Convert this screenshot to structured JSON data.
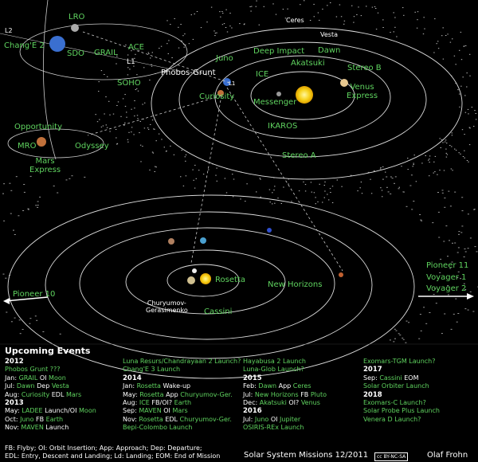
{
  "top_labels": {
    "l2": "L2",
    "chang_e2": "Chang'E 2",
    "lro": "LRO",
    "sdo": "SDO",
    "grail": "GRAIL",
    "ace": "ACE",
    "l1": "L1",
    "soho": "SOHO",
    "ceres": "Ceres",
    "vesta": "Vesta",
    "dawn": "Dawn",
    "juno": "Juno",
    "deep_impact": "Deep Impact",
    "akatsuki": "Akatsuki",
    "stereo_b": "Stereo B",
    "phobos_grunt": "Phobos-Grunt",
    "l1b": "L1",
    "ice": "ICE",
    "venus_express": "Venus\nExpress",
    "curiosity": "Curiosity",
    "messenger": "Messenger",
    "ikaros": "IKAROS",
    "stereo_a": "Stereo A",
    "opportunity": "Opportunity",
    "mro": "MRO",
    "odyssey": "Odyssey",
    "mars_express": "Mars\nExpress"
  },
  "outer_labels": {
    "rosetta": "Rosetta",
    "new_horizons": "New Horizons",
    "churyumov": "Churyumov-\nGerasimenko",
    "cassini": "Cassini",
    "pioneer10": "Pioneer 10",
    "pioneer11": "Pioneer 11",
    "voyager1": "Voyager 1",
    "voyager2": "Voyager 2"
  },
  "events": {
    "header": "Upcoming Events",
    "col1": [
      {
        "t": "2012",
        "k": "y"
      },
      {
        "t": "Phobos Grunt ???",
        "k": "g"
      },
      {
        "parts": [
          [
            "Jan: ",
            "t"
          ],
          [
            "GRAIL ",
            "g"
          ],
          [
            "OI ",
            "t"
          ],
          [
            "Moon",
            "g"
          ]
        ]
      },
      {
        "parts": [
          [
            "Jul: ",
            "t"
          ],
          [
            "Dawn ",
            "g"
          ],
          [
            "Dep ",
            "t"
          ],
          [
            "Vesta",
            "g"
          ]
        ]
      },
      {
        "parts": [
          [
            "Aug: ",
            "t"
          ],
          [
            "Curiosity ",
            "g"
          ],
          [
            "EDL ",
            "t"
          ],
          [
            "Mars",
            "g"
          ]
        ]
      },
      {
        "t": "2013",
        "k": "y"
      },
      {
        "parts": [
          [
            "May: ",
            "t"
          ],
          [
            "LADEE ",
            "g"
          ],
          [
            "Launch/OI ",
            "t"
          ],
          [
            "Moon",
            "g"
          ]
        ]
      },
      {
        "parts": [
          [
            "Oct: ",
            "t"
          ],
          [
            "Juno ",
            "g"
          ],
          [
            "FB ",
            "t"
          ],
          [
            "Earth",
            "g"
          ]
        ]
      },
      {
        "parts": [
          [
            "Nov: ",
            "t"
          ],
          [
            "MAVEN ",
            "g"
          ],
          [
            "Launch",
            "t"
          ]
        ]
      }
    ],
    "col2": [
      {
        "t": "Luna Resurs/Chandrayaan 2 Launch?",
        "k": "g"
      },
      {
        "t": "Chang'E 3 Launch",
        "k": "g"
      },
      {
        "t": "2014",
        "k": "y"
      },
      {
        "parts": [
          [
            "Jan: ",
            "t"
          ],
          [
            "Rosetta ",
            "g"
          ],
          [
            "Wake-up",
            "t"
          ]
        ]
      },
      {
        "parts": [
          [
            "May: ",
            "t"
          ],
          [
            "Rosetta ",
            "g"
          ],
          [
            "App ",
            "t"
          ],
          [
            "Churyumov-Ger.",
            "g"
          ]
        ]
      },
      {
        "parts": [
          [
            "Aug: ",
            "t"
          ],
          [
            "ICE ",
            "g"
          ],
          [
            "FB/OI? ",
            "t"
          ],
          [
            "Earth",
            "g"
          ]
        ]
      },
      {
        "parts": [
          [
            "Sep: ",
            "t"
          ],
          [
            "MAVEN ",
            "g"
          ],
          [
            "OI ",
            "t"
          ],
          [
            "Mars",
            "g"
          ]
        ]
      },
      {
        "parts": [
          [
            "Nov: ",
            "t"
          ],
          [
            "Rosetta ",
            "g"
          ],
          [
            "EDL ",
            "t"
          ],
          [
            "Churyumov-Ger.",
            "g"
          ]
        ]
      },
      {
        "t": "Bepi-Colombo Launch",
        "k": "g"
      }
    ],
    "col3": [
      {
        "t": "Hayabusa 2 Launch",
        "k": "g"
      },
      {
        "t": "Luna-Glob Launch?",
        "k": "g"
      },
      {
        "t": "2015",
        "k": "y"
      },
      {
        "parts": [
          [
            "Feb: ",
            "t"
          ],
          [
            "Dawn ",
            "g"
          ],
          [
            "App ",
            "t"
          ],
          [
            "Ceres",
            "g"
          ]
        ]
      },
      {
        "parts": [
          [
            "Jul: ",
            "t"
          ],
          [
            "New Horizons ",
            "g"
          ],
          [
            "FB ",
            "t"
          ],
          [
            "Pluto",
            "g"
          ]
        ]
      },
      {
        "parts": [
          [
            "Dec: ",
            "t"
          ],
          [
            "Akatsuki ",
            "g"
          ],
          [
            "OI? ",
            "t"
          ],
          [
            "Venus",
            "g"
          ]
        ]
      },
      {
        "t": "2016",
        "k": "y"
      },
      {
        "parts": [
          [
            "Jul: ",
            "t"
          ],
          [
            "Juno ",
            "g"
          ],
          [
            "OI ",
            "t"
          ],
          [
            "Jupiter",
            "g"
          ]
        ]
      },
      {
        "t": "OSIRIS-REx Launch",
        "k": "g"
      }
    ],
    "col4": [
      {
        "t": "Exomars-TGM Launch?",
        "k": "g"
      },
      {
        "t": "2017",
        "k": "y"
      },
      {
        "parts": [
          [
            "Sep: ",
            "t"
          ],
          [
            "Cassini ",
            "g"
          ],
          [
            "EOM",
            "t"
          ]
        ]
      },
      {
        "t": "Solar Orbiter Launch",
        "k": "g"
      },
      {
        "t": "2018",
        "k": "y"
      },
      {
        "t": "Exomars-C Launch?",
        "k": "g"
      },
      {
        "t": "Solar Probe Plus Launch",
        "k": "g"
      },
      {
        "t": "Venera D Launch?",
        "k": "g"
      }
    ]
  },
  "legend": {
    "line1": "FB: Flyby; OI: Orbit Insertion; App: Approach; Dep: Departure;",
    "line2": "EDL: Entry, Descent and Landing; Ld: Landing; EOM: End of Mission"
  },
  "footer": {
    "title": "Solar System Missions 12/2011",
    "license": "cc BY-NC-SA",
    "author": "Olaf Frohn"
  },
  "colors": {
    "label": "#5fd35f",
    "text": "#ffffff",
    "orbit": "#dddddd",
    "sun": "#f7d21a"
  }
}
